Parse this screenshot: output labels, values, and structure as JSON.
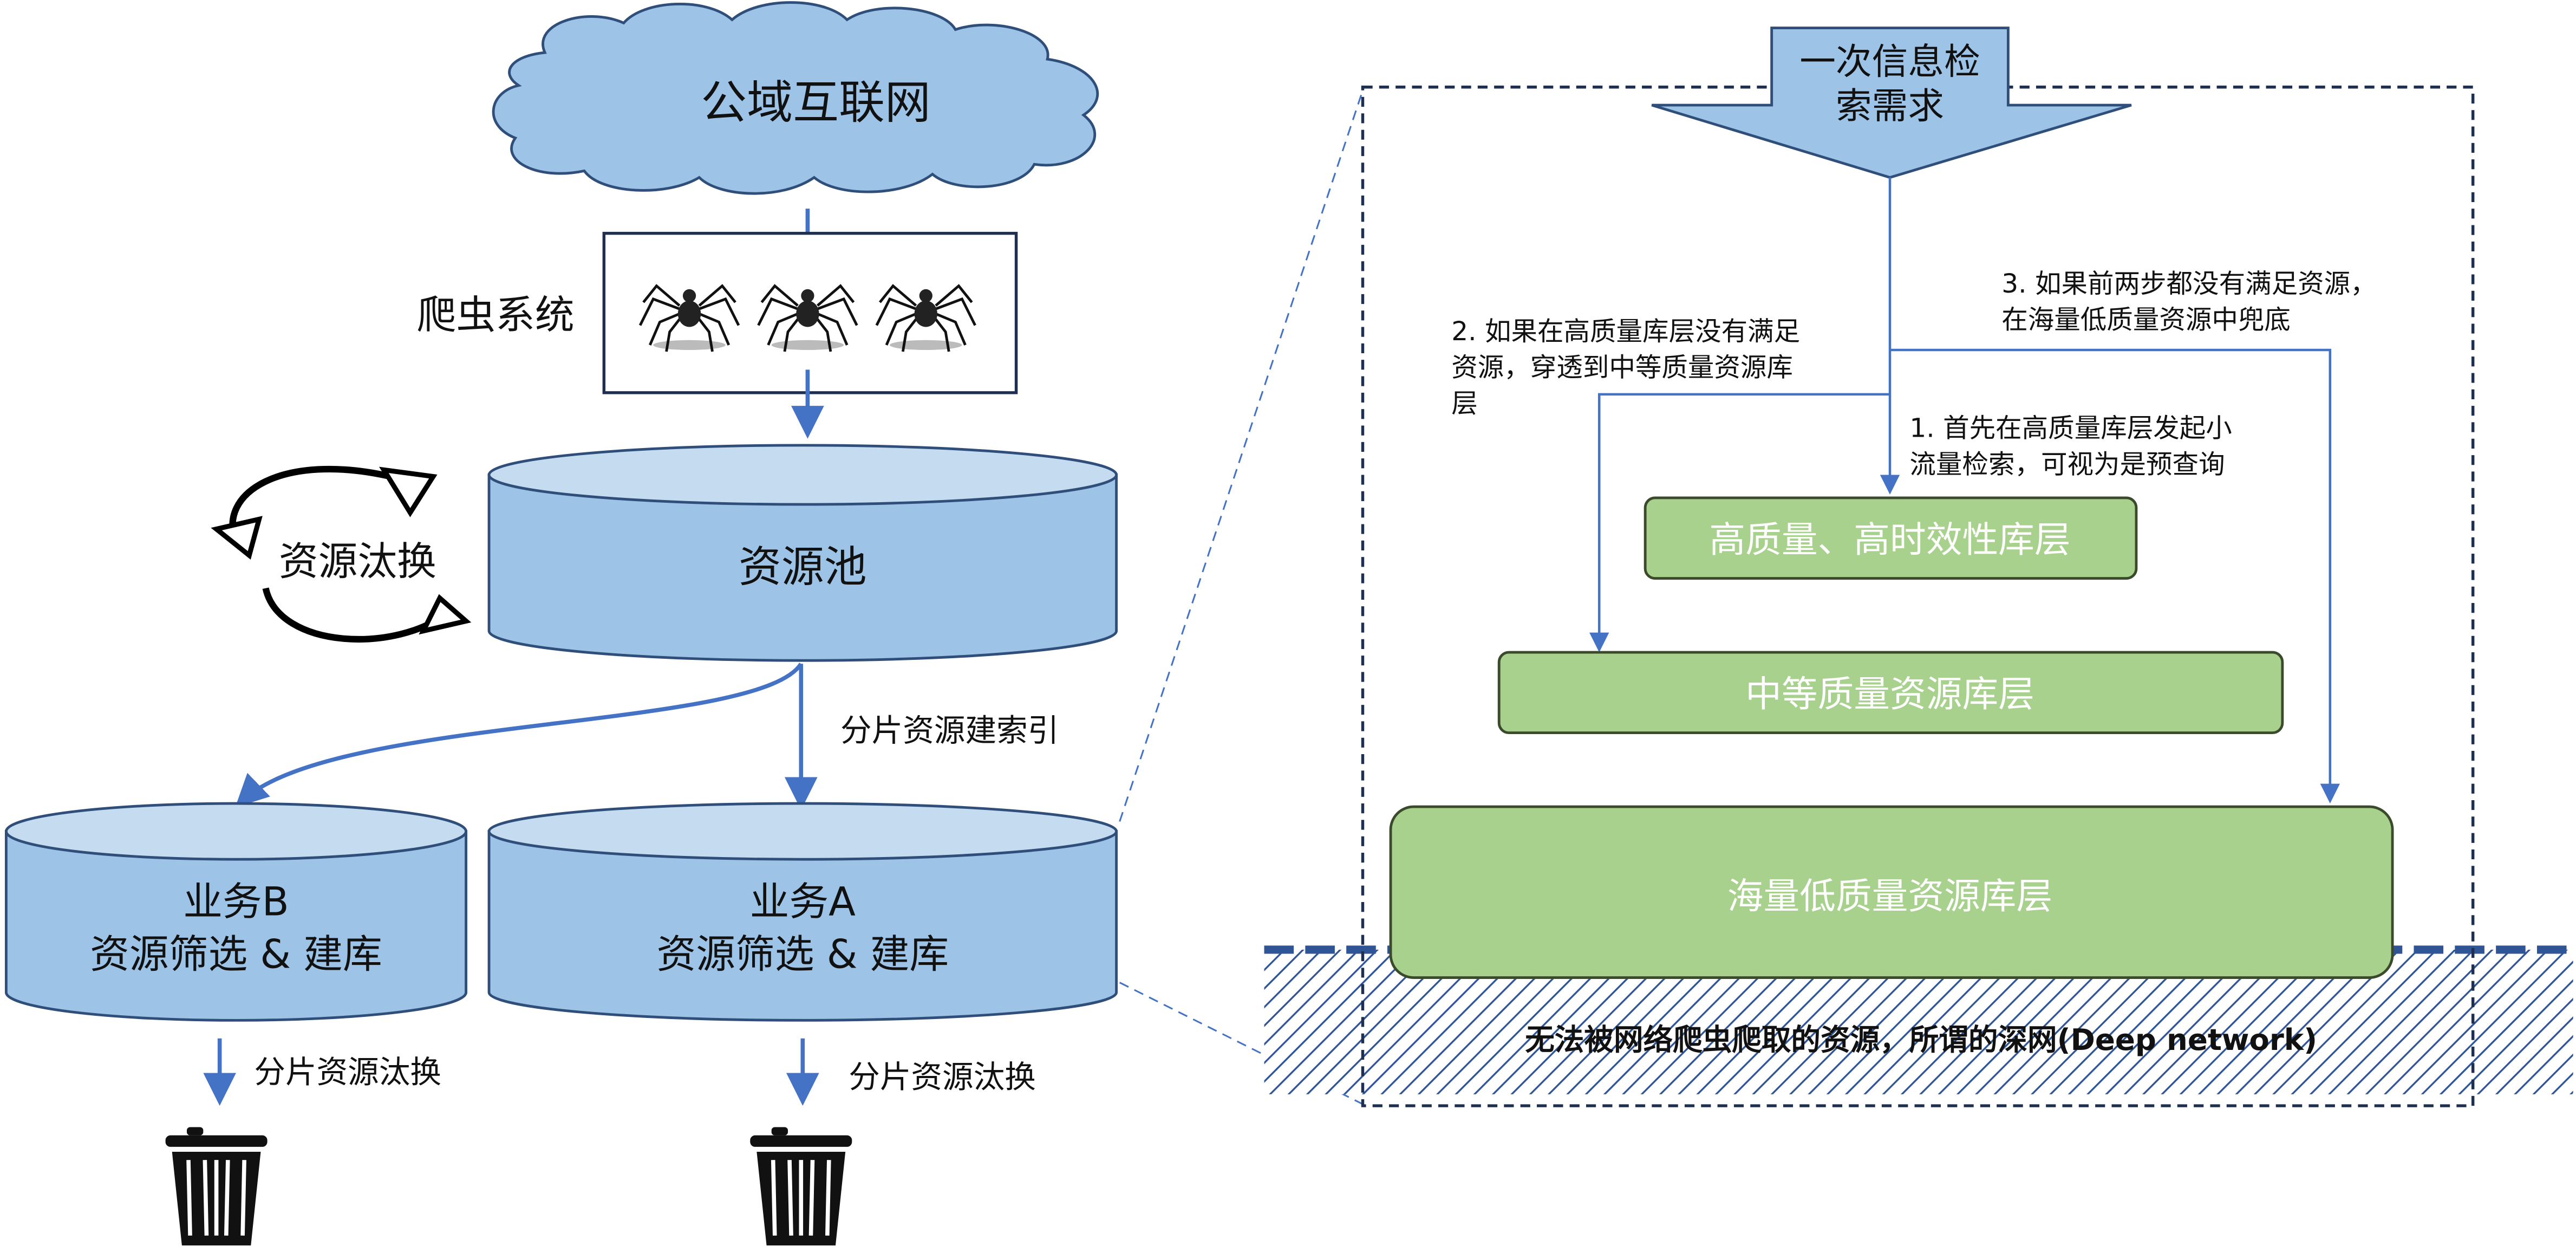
{
  "left": {
    "internet_label": "公域互联网",
    "crawler_label": "爬虫系统",
    "pool_label": "资源池",
    "eviction_label": "资源汰换",
    "shard_index_label": "分片资源建索引",
    "biz_b_line1": "业务B",
    "biz_b_line2": "资源筛选 & 建库",
    "biz_a_line1": "业务A",
    "biz_a_line2": "资源筛选 & 建库",
    "shard_evict_b": "分片资源汰换",
    "shard_evict_a": "分片资源汰换"
  },
  "right": {
    "request_line1": "一次信息检",
    "request_line2": "索需求",
    "step2_lines": [
      "2. 如果在高质量库层没有满足",
      "资源，穿透到中等质量资源库",
      "层"
    ],
    "step3_lines": [
      "3. 如果前两步都没有满足资源，",
      "在海量低质量资源中兜底"
    ],
    "step1_lines": [
      "1. 首先在高质量库层发起小",
      "流量检索，可视为是预查询"
    ],
    "tier_high": "高质量、高时效性库层",
    "tier_mid": "中等质量资源库层",
    "tier_low": "海量低质量资源库层",
    "deep_web": "无法被网络爬虫爬取的资源，所谓的深网(Deep network)"
  },
  "colors": {
    "cylinder_fill": "#9dc3e6",
    "cylinder_top": "#c5dcf0",
    "cylinder_stroke": "#2f4f7a",
    "arrow_blue": "#4472c4",
    "tier_green": "#a9d18e",
    "tier_stroke": "#3a4a2a",
    "hatch_blue": "#2f5597"
  },
  "icons": [
    "cloud-icon",
    "spider-icon",
    "recycle-arrows-icon",
    "trash-can-icon"
  ]
}
